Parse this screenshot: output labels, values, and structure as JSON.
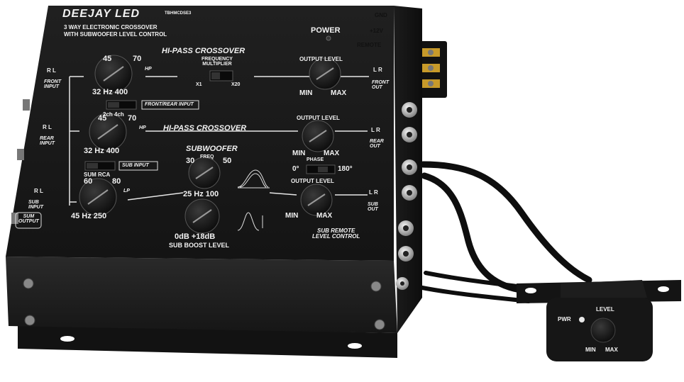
{
  "brand": "DEEJAY LED",
  "model": "TBHMCDSE3",
  "product_line1": "3 WAY ELECTRONIC CROSSOVER",
  "product_line2": "WITH SUBWOOFER LEVEL CONTROL",
  "power_label": "POWER",
  "terminals": {
    "gnd": "GND",
    "v12": "+12V",
    "remote": "REMOTE"
  },
  "front": {
    "input_label": "FRONT\nINPUT",
    "lr_in": "R  L",
    "section_title": "HI-PASS CROSSOVER",
    "freq_min": "45",
    "freq_max": "70",
    "hp": "HP",
    "range": "32  Hz  400",
    "multiplier_title": "FREQUENCY\nMULTIPLIER",
    "x1": "X1",
    "x20": "X20",
    "output_level": "OUTPUT LEVEL",
    "min": "MIN",
    "max": "MAX",
    "out_lr": "L  R",
    "out_label": "FRONT\nOUT"
  },
  "rear": {
    "ch_switch": "2ch  4ch",
    "front_rear_input": "FRONT/REAR INPUT",
    "input_label": "REAR\nINPUT",
    "lr_in": "R  L",
    "section_title": "HI-PASS CROSSOVER",
    "freq_min": "45",
    "freq_max": "70",
    "hp": "HP",
    "range": "32  Hz  400",
    "output_level": "OUTPUT LEVEL",
    "min": "MIN",
    "max": "MAX",
    "out_lr": "L  R",
    "out_label": "REAR\nOUT"
  },
  "sub": {
    "sum_rca": "SUM  RCA",
    "sub_input_tag": "SUB INPUT",
    "input_label": "SUB\nINPUT",
    "lr_in": "R  L",
    "sum_output": "SUM\nOUTPUT",
    "lp_min": "60",
    "lp_max": "80",
    "lp": "LP",
    "lp_range": "45  Hz  250",
    "subwoofer_title": "SUBWOOFER",
    "freq_label": "FREQ",
    "freq_30": "30",
    "freq_50": "50",
    "freq_range": "25  Hz  100",
    "phase_label": "PHASE",
    "phase_0": "0°",
    "phase_180": "180°",
    "output_level": "OUTPUT LEVEL",
    "min": "MIN",
    "max": "MAX",
    "out_lr": "L  R",
    "out_label": "SUB\nOUT",
    "boost_range": "0dB    +18dB",
    "boost_label": "SUB BOOST LEVEL",
    "remote_label": "SUB REMOTE\nLEVEL CONTROL"
  },
  "remote": {
    "pwr": "PWR",
    "level": "LEVEL",
    "min": "MIN",
    "max": "MAX"
  },
  "colors": {
    "panel": "#1b1b1b",
    "panel_top": "#161616",
    "text": "#f2f2f2",
    "background": "#ffffff"
  }
}
